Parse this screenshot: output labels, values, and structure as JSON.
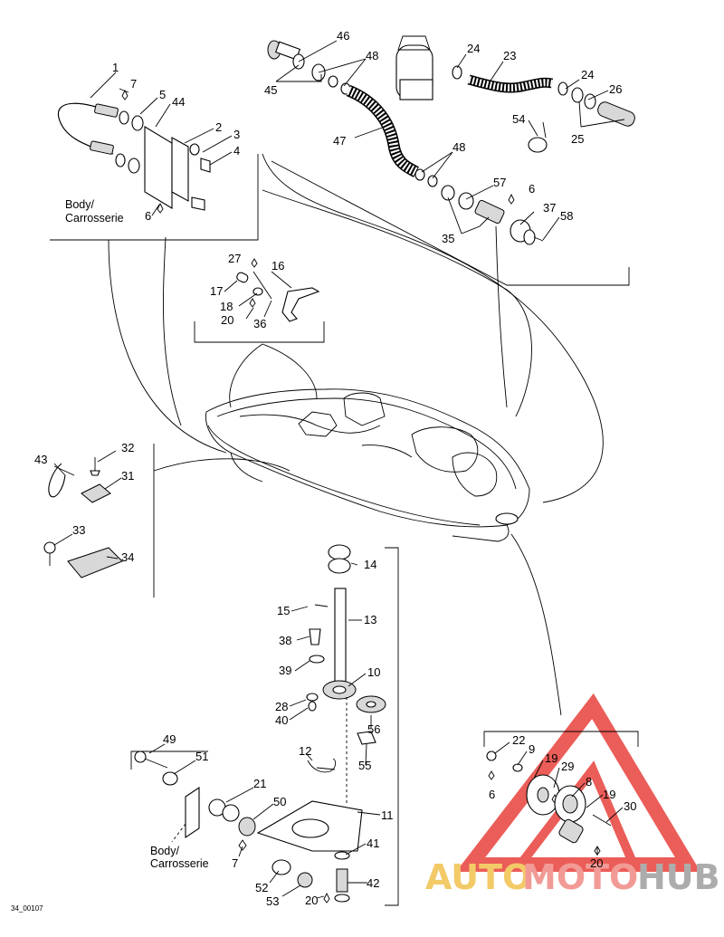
{
  "diagram": {
    "reference_code": "34_00107",
    "body_label_line1": "Body/",
    "body_label_line2": "Carrosserie",
    "body_label_2_line1": "Body/",
    "body_label_2_line2": "Carrosserie",
    "labels": {
      "p1": "1",
      "p7": "7",
      "p5": "5",
      "p44": "44",
      "p2": "2",
      "p3": "3",
      "p4": "4",
      "p6a": "6",
      "p46": "46",
      "p48a": "48",
      "p45": "45",
      "p47": "47",
      "p48b": "48",
      "p24a": "24",
      "p23": "23",
      "p24b": "24",
      "p26": "26",
      "p54": "54",
      "p25": "25",
      "p57": "57",
      "p6b": "6",
      "p37": "37",
      "p58": "58",
      "p35": "35",
      "p27": "27",
      "p16": "16",
      "p17": "17",
      "p18": "18",
      "p20a": "20",
      "p36": "36",
      "p43": "43",
      "p32": "32",
      "p31": "31",
      "p33": "33",
      "p34": "34",
      "p14": "14",
      "p15": "15",
      "p13": "13",
      "p38": "38",
      "p39": "39",
      "p10": "10",
      "p28": "28",
      "p40": "40",
      "p56": "56",
      "p12": "12",
      "p55": "55",
      "p49": "49",
      "p51": "51",
      "p21": "21",
      "p50": "50",
      "p11": "11",
      "p7b": "7",
      "p41": "41",
      "p52": "52",
      "p53": "53",
      "p20b": "20",
      "p42": "42",
      "p22": "22",
      "p9": "9",
      "p19a": "19",
      "p29": "29",
      "p8": "8",
      "p19b": "19",
      "p30": "30",
      "p6c": "6",
      "p20c": "20"
    }
  },
  "watermark": {
    "text_auto": "AUTO",
    "text_moto": "MOTO",
    "text_hub": "HUB",
    "colors": {
      "auto": "#f2c14e",
      "moto": "#f08a84",
      "hub": "#9e9e9e",
      "triangle": "#e8413b"
    }
  }
}
